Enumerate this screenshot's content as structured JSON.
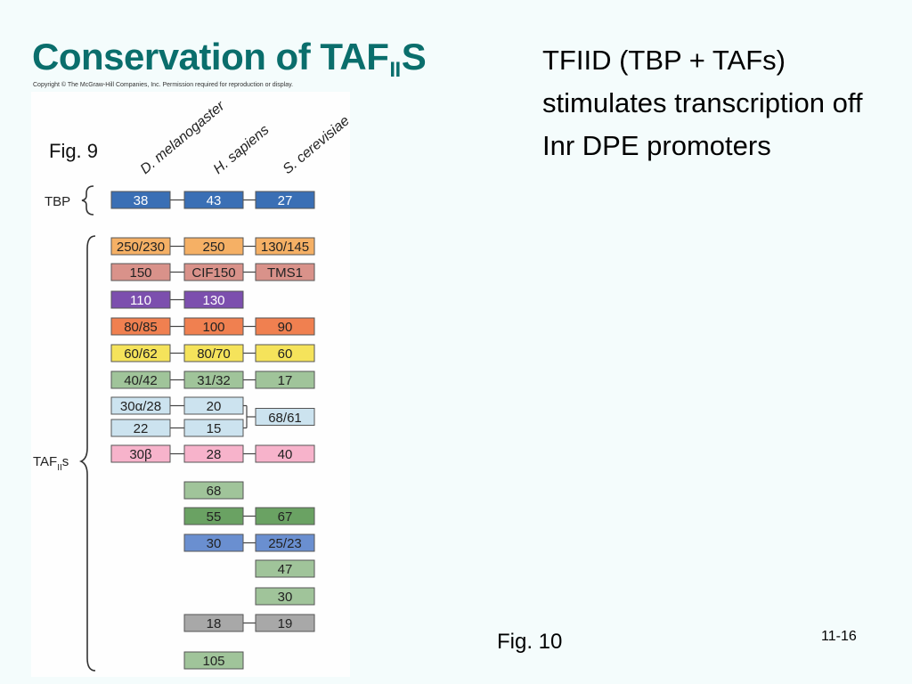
{
  "slide": {
    "title_main": "Conservation of TAF",
    "title_sub": "II",
    "title_end": "S",
    "copyright": "Copyright © The McGraw-Hill Companies, Inc. Permission required for reproduction or display.",
    "fig_left_label": "Fig. 9",
    "description": "TFIID (TBP + TAFs) stimulates transcription off Inr DPE promoters",
    "fig_right_label": "Fig. 10",
    "page_number": "11-16"
  },
  "diagram": {
    "species": [
      "D. melanogaster",
      "H. sapiens",
      "S. cerevisiae"
    ],
    "tbp_label": "TBP",
    "taf_label_main": "TAF",
    "taf_label_sub": "II",
    "taf_label_end": "s",
    "rows": [
      {
        "color": "#3a6fb5",
        "text": "#ffffff",
        "cells": [
          "38",
          "43",
          "27"
        ],
        "links": [
          true,
          true
        ]
      },
      {
        "color": "#f5b065",
        "text": "#222222",
        "cells": [
          "250/230",
          "250",
          "130/145"
        ],
        "links": [
          true,
          true
        ]
      },
      {
        "color": "#d9928a",
        "text": "#222222",
        "cells": [
          "150",
          "CIF150",
          "TMS1"
        ],
        "links": [
          true,
          true
        ]
      },
      {
        "color": "#7c4fae",
        "text": "#ffffff",
        "cells": [
          "110",
          "130",
          ""
        ],
        "links": [
          true,
          false
        ]
      },
      {
        "color": "#f08050",
        "text": "#222222",
        "cells": [
          "80/85",
          "100",
          "90"
        ],
        "links": [
          true,
          true
        ]
      },
      {
        "color": "#f5e35b",
        "text": "#222222",
        "cells": [
          "60/62",
          "80/70",
          "60"
        ],
        "links": [
          true,
          true
        ]
      },
      {
        "color": "#a0c49a",
        "text": "#222222",
        "cells": [
          "40/42",
          "31/32",
          "17"
        ],
        "links": [
          true,
          true
        ]
      },
      {
        "color": "#cce3ef",
        "text": "#222222",
        "cells": [
          "30α/28",
          "20",
          ""
        ],
        "links": [
          true,
          false
        ]
      },
      {
        "color": "#cce3ef",
        "text": "#222222",
        "cells": [
          "22",
          "15",
          ""
        ],
        "links": [
          true,
          false
        ]
      },
      {
        "color": "#f7b3cb",
        "text": "#222222",
        "cells": [
          "30β",
          "28",
          "40"
        ],
        "links": [
          true,
          true
        ]
      },
      {
        "color": "#a0c49a",
        "text": "#222222",
        "cells": [
          "",
          "68",
          ""
        ],
        "links": [
          false,
          false
        ]
      },
      {
        "color": "#6aa263",
        "text": "#222222",
        "cells": [
          "",
          "55",
          "67"
        ],
        "links": [
          false,
          true
        ]
      },
      {
        "color": "#6a8fd0",
        "text": "#222222",
        "cells": [
          "",
          "30",
          "25/23"
        ],
        "links": [
          false,
          true
        ]
      },
      {
        "color": "#a0c49a",
        "text": "#222222",
        "cells": [
          "",
          "",
          "47"
        ],
        "links": [
          false,
          false
        ]
      },
      {
        "color": "#a0c49a",
        "text": "#222222",
        "cells": [
          "",
          "",
          "30"
        ],
        "links": [
          false,
          false
        ]
      },
      {
        "color": "#a8a8a8",
        "text": "#222222",
        "cells": [
          "",
          "18",
          "19"
        ],
        "links": [
          false,
          true
        ]
      },
      {
        "color": "#a0c49a",
        "text": "#222222",
        "cells": [
          "",
          "105",
          ""
        ],
        "links": [
          false,
          false
        ]
      }
    ],
    "merged_box": {
      "text": "68/61",
      "color": "#cce3ef"
    }
  }
}
